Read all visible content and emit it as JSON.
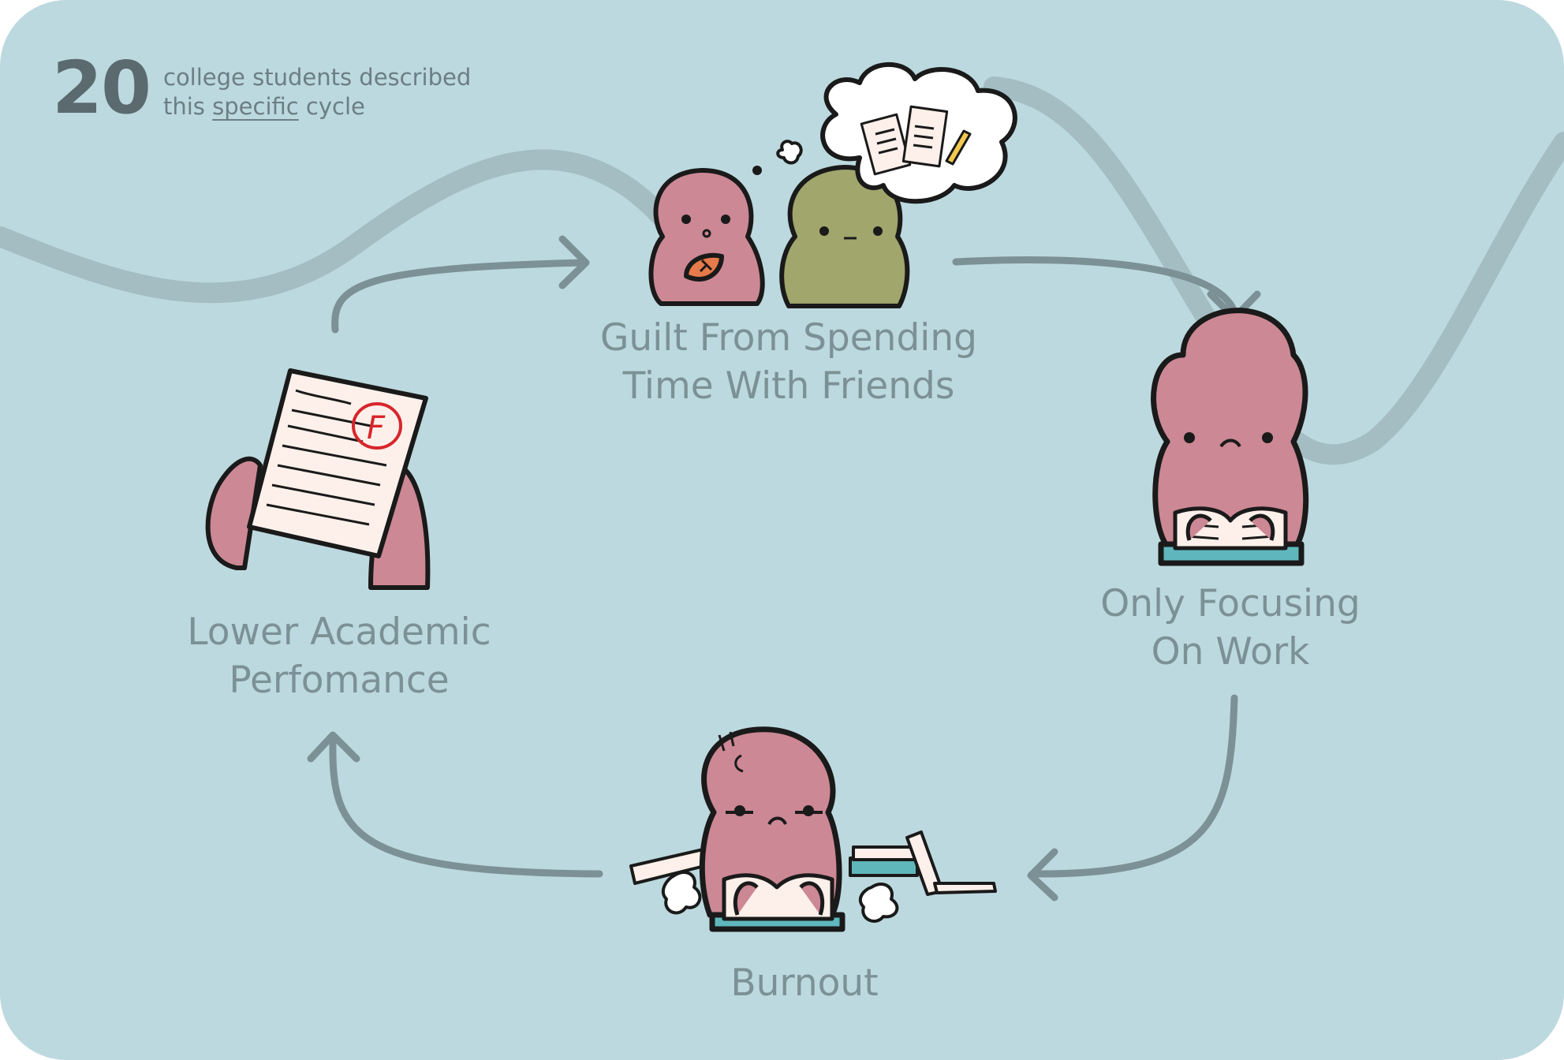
{
  "stat": {
    "number": "20",
    "line1": "college students described",
    "line2_pre": "this ",
    "line2_underlined": "specific",
    "line2_post": " cycle"
  },
  "stages": {
    "guilt": {
      "line1": "Guilt From Spending",
      "line2": "Time With Friends"
    },
    "focus": {
      "line1": "Only Focusing",
      "line2": "On Work"
    },
    "burnout": {
      "line1": "Burnout"
    },
    "lower": {
      "line1": "Lower Academic",
      "line2": "Perfomance"
    }
  },
  "graded_paper": {
    "grade": "F"
  },
  "colors": {
    "background": "#bcd9df",
    "arrow": "#7c9196",
    "character_pink": "#cc8894",
    "character_green": "#a0a66c",
    "paper": "#fdf0ea",
    "grade_red": "#d7262b",
    "book_teal": "#5fb7bc",
    "wave": "#9fb7bd"
  }
}
